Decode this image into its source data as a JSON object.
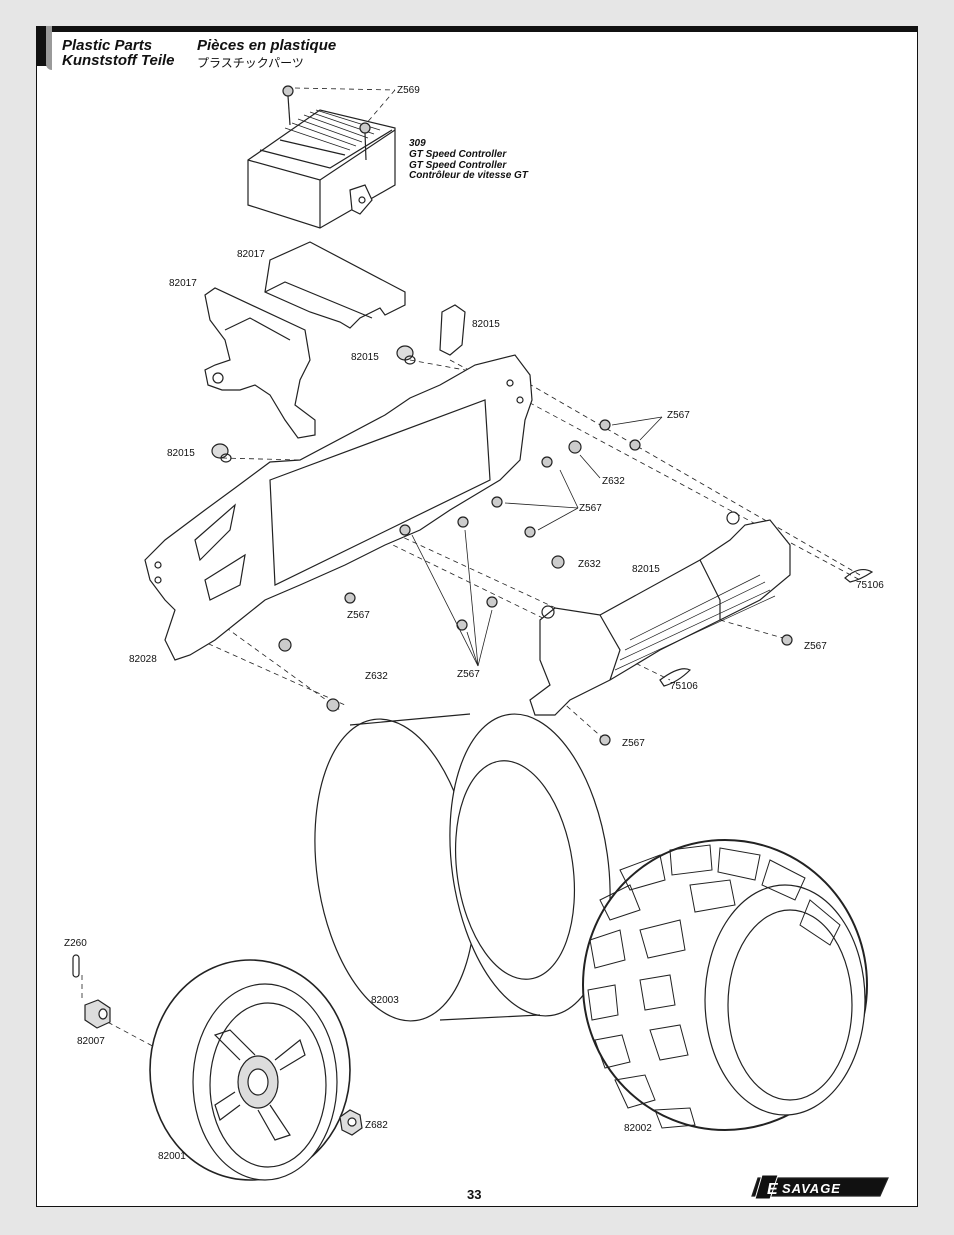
{
  "header": {
    "title_en": "Plastic Parts",
    "title_de": "Kunststoff Teile",
    "title_fr": "Pièces en plastique",
    "title_jp": "プラスチックパーツ"
  },
  "controller": {
    "part_no": "309",
    "name_en": "GT Speed Controller",
    "name_de": "GT Speed Controller",
    "name_fr": "Contrôleur de vitesse GT"
  },
  "labels": {
    "z569": "Z569",
    "p82017_a": "82017",
    "p82017_b": "82017",
    "p82015_a": "82015",
    "p82015_b": "82015",
    "p82015_c": "82015",
    "p82015_d": "82015",
    "z567_a": "Z567",
    "z632_a": "Z632",
    "z567_b": "Z567",
    "z632_b": "Z632",
    "z567_c": "Z567",
    "p75106_a": "75106",
    "p82028": "82028",
    "z632_c": "Z632",
    "z567_d": "Z567",
    "z567_e": "Z567",
    "p75106_b": "75106",
    "z567_f": "Z567",
    "z260": "Z260",
    "p82007": "82007",
    "p82003": "82003",
    "z682": "Z682",
    "p82001": "82001",
    "p82002": "82002"
  },
  "footer": {
    "page_number": "33",
    "logo_text": "SAVAGE",
    "logo_letter": "E"
  }
}
